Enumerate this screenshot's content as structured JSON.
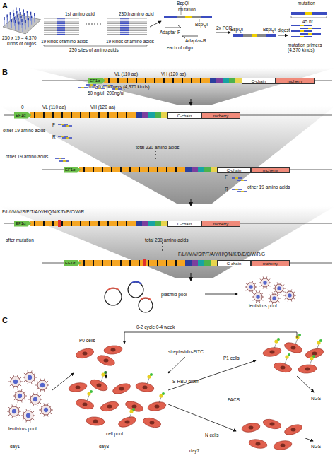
{
  "diagram": {
    "nodes": [
      {
        "text": [
          "EF1α"
        ]
      },
      {
        "text": [
          "C-chain"
        ]
      },
      {
        "text": [
          "mcherry"
        ]
      },
      {
        "text": [
          "EF1α"
        ]
      },
      {
        "text": [
          "C-chain"
        ]
      },
      {
        "text": [
          "mcherry"
        ]
      },
      {
        "text": [
          "EF1α"
        ]
      },
      {
        "text": [
          "C-chain"
        ]
      },
      {
        "text": [
          "mcherry"
        ]
      },
      {
        "text": [
          "EF1α"
        ]
      },
      {
        "text": [
          "C-chain"
        ]
      },
      {
        "text": [
          "mcherry"
        ]
      },
      {
        "text": [
          "EF1α"
        ]
      },
      {
        "text": [
          "C-chain"
        ]
      },
      {
        "text": [
          "mcherry"
        ]
      }
    ],
    "labels": [
      "A",
      "230 x 19 = 4,370",
      "kinds of oligos",
      "1st amino acid",
      "19 kinds ofamino acids",
      "230th amino acid",
      "19 kinds of amino acids",
      "230 sites of amino acids",
      "BspQI",
      "mutation",
      "BspQI",
      "Adaptar-F",
      "Adaptar-R",
      "each of oligo",
      "2x PCR",
      "BspQI",
      "BspQI",
      "digest",
      "mutation",
      "45 nt",
      "mutation primers (4,370 kinds)",
      "B",
      "VL (110 aa)",
      "VH (120 aa)",
      "mutation primers (4,370 kinds)",
      "50 ng/ul~200ng/ul",
      "0",
      "VL (110 aa)",
      "VH (120 aa)",
      "other 19 amino acids",
      "F",
      "R",
      "total 230 amino acids",
      "other 19 amino acids",
      "other 19 amino acids",
      "F",
      "R",
      "F/L/I/M/V/S/P/T/A/Y/H/Q/N/K/D/E/C/W/R",
      "after mutation",
      "total 230 amino acids",
      "F/L/I/M/V/S/P/T/A/Y/H/Q/N/K/D/E/C/W/R/G",
      "plasmid pool",
      "lentivirus pool",
      "C",
      "0-2 cycle 0-4 week",
      "P0 cells",
      "streptavidin-FITC",
      "S-RBD-biotin",
      "P1 cells",
      "FACS",
      "NGS",
      "N cells",
      "NGS",
      "lentivirus pool",
      "day1",
      "cell pool",
      "day3",
      "day7"
    ]
  }
}
